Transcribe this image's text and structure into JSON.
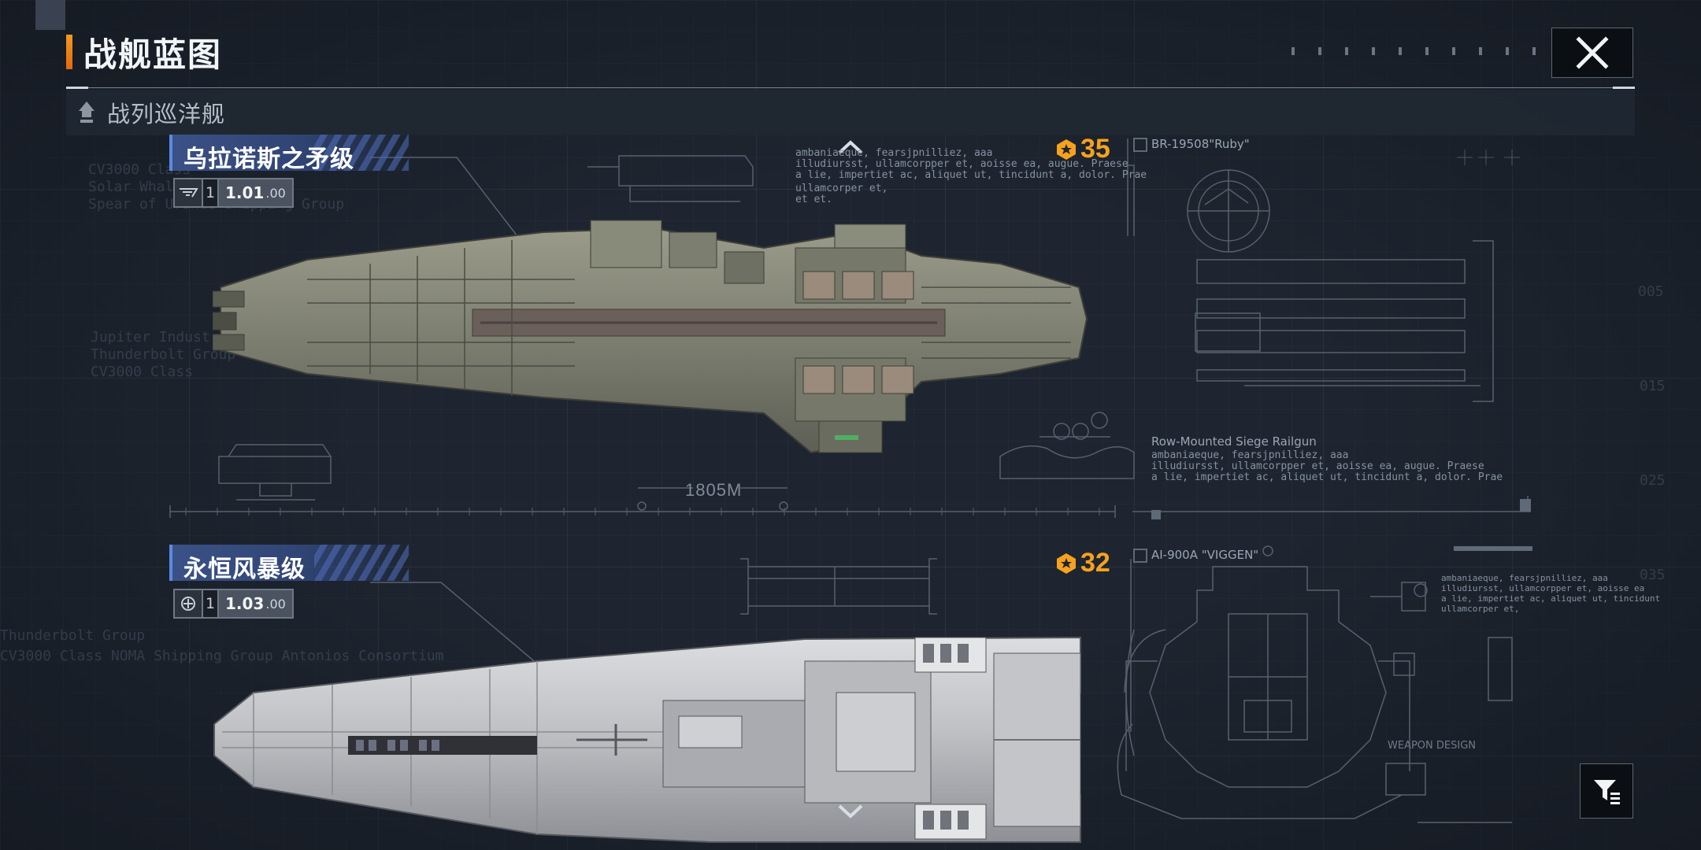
{
  "header": {
    "title": "战舰蓝图"
  },
  "category": {
    "label": "战列巡洋舰"
  },
  "ships": [
    {
      "name": "乌拉诺斯之矛级",
      "tier": "1",
      "version_main": "1.01",
      "version_minor": ".00",
      "cost": "35",
      "length": "1805M",
      "spec_title": "BR-19508\"Ruby\"",
      "weapon_title": "Row-Mounted Siege Railgun",
      "hull_color": "#7a7d6e"
    },
    {
      "name": "永恒风暴级",
      "tier": "1",
      "version_main": "1.03",
      "version_minor": ".00",
      "cost": "32",
      "spec_title": "AI-900A \"VIGGEN\"",
      "weapon_caption": "WEAPON DESIGN",
      "hull_color": "#c8c9cc"
    }
  ],
  "bg_text": {
    "ship1_lines": [
      "CV3000 Class",
      "Solar Whale",
      "Spear of Uranus Shipping Group"
    ],
    "ship1_mid": [
      "Jupiter Industries",
      "Thunderbolt Group",
      "CV3000 Class"
    ],
    "ship2_lines": [
      "Thunderbolt Group",
      "CV3000 Class NOMA Shipping Group Antonios Consortium"
    ],
    "scale_marks": [
      "005",
      "015",
      "025",
      "035"
    ]
  },
  "colors": {
    "accent_orange": "#f29a1e",
    "cost_orange": "#f6a21e",
    "name_tab_blue": "#3c548c"
  }
}
